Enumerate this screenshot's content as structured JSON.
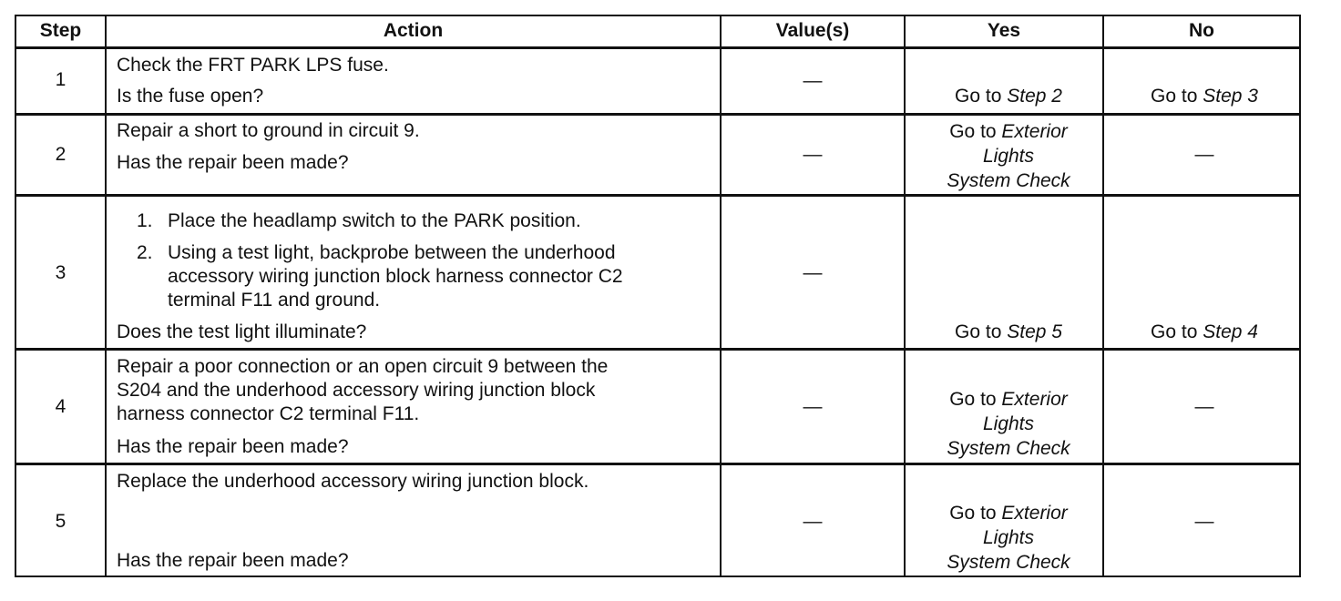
{
  "headers": [
    "Step",
    "Action",
    "Value(s)",
    "Yes",
    "No"
  ],
  "rows": [
    {
      "step": "1",
      "action_1": "Check the FRT PARK LPS fuse.",
      "action_q": "Is the fuse open?",
      "value": "—",
      "yes_prefix": "Go to ",
      "yes_target": "Step 2",
      "no_prefix": "Go to ",
      "no_target": "Step 3"
    },
    {
      "step": "2",
      "action_1": "Repair a short to ground in circuit 9.",
      "action_q": "Has the repair been made?",
      "value": "—",
      "yes_prefix": "Go to ",
      "yes_target_1": "Exterior",
      "yes_target_2": "Lights",
      "yes_target_3": "System Check",
      "no": "—"
    },
    {
      "step": "3",
      "list": [
        {
          "num": "1.",
          "lines": [
            "Place the headlamp switch to the PARK position."
          ]
        },
        {
          "num": "2.",
          "lines": [
            "Using a test light, backprobe between the underhood",
            "accessory wiring junction block harness connector C2",
            "terminal F11 and ground."
          ]
        }
      ],
      "action_q": "Does the test light illuminate?",
      "value": "—",
      "yes_prefix": "Go to ",
      "yes_target": "Step 5",
      "no_prefix": "Go to ",
      "no_target": "Step 4"
    },
    {
      "step": "4",
      "action_lines": [
        "Repair a poor connection or an open circuit 9 between the",
        "S204 and the underhood accessory wiring junction block",
        "harness connector C2 terminal F11."
      ],
      "action_q": "Has the repair been made?",
      "value": "—",
      "yes_prefix": "Go to ",
      "yes_target_1": "Exterior",
      "yes_target_2": "Lights",
      "yes_target_3": "System Check",
      "no": "—"
    },
    {
      "step": "5",
      "action_1": "Replace the underhood accessory wiring junction block.",
      "action_q": "Has the repair been made?",
      "value": "—",
      "yes_prefix": "Go to ",
      "yes_target_1": "Exterior",
      "yes_target_2": "Lights",
      "yes_target_3": "System Check",
      "no": "—"
    }
  ]
}
